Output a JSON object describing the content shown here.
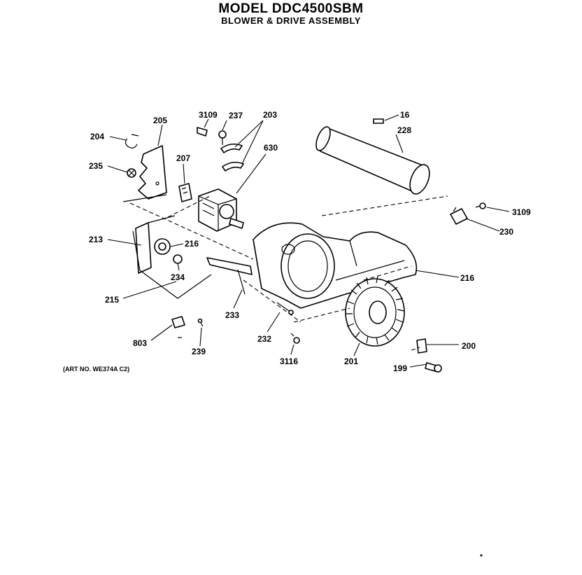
{
  "header": {
    "title": "MODEL DDC4500SBM",
    "subtitle": "BLOWER & DRIVE ASSEMBLY"
  },
  "art_number": "(ART NO. WE374A C2)",
  "callouts": {
    "c16": "16",
    "c199": "199",
    "c200": "200",
    "c201": "201",
    "c203": "203",
    "c204": "204",
    "c205": "205",
    "c207": "207",
    "c213": "213",
    "c215": "215",
    "c216a": "216",
    "c216b": "216",
    "c228": "228",
    "c230": "230",
    "c232": "232",
    "c233": "233",
    "c234": "234",
    "c235": "235",
    "c237": "237",
    "c239": "239",
    "c3109a": "3109",
    "c3109b": "3109",
    "c3116": "3116",
    "c630": "630",
    "c803": "803"
  }
}
